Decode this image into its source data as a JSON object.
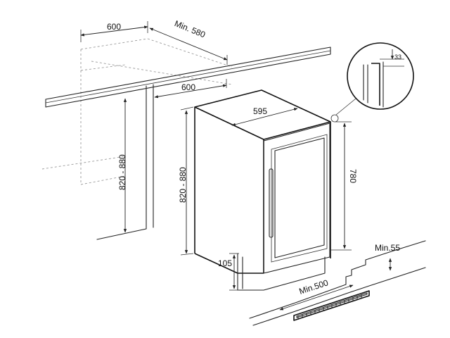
{
  "dimensions": {
    "top_depth": "600",
    "top_min_width": "Min. 580",
    "niche_depth": "600",
    "appliance_width": "595",
    "niche_height_left": "820 - 880",
    "niche_height_front": "820 - 880",
    "appliance_height": "780",
    "plinth_height": "105",
    "detail_gap": "33",
    "vent_min_height": "Min.55",
    "vent_min_width": "Min.500"
  },
  "colors": {
    "line": "#222222",
    "dashed": "#9a9a9a",
    "background": "#ffffff"
  }
}
